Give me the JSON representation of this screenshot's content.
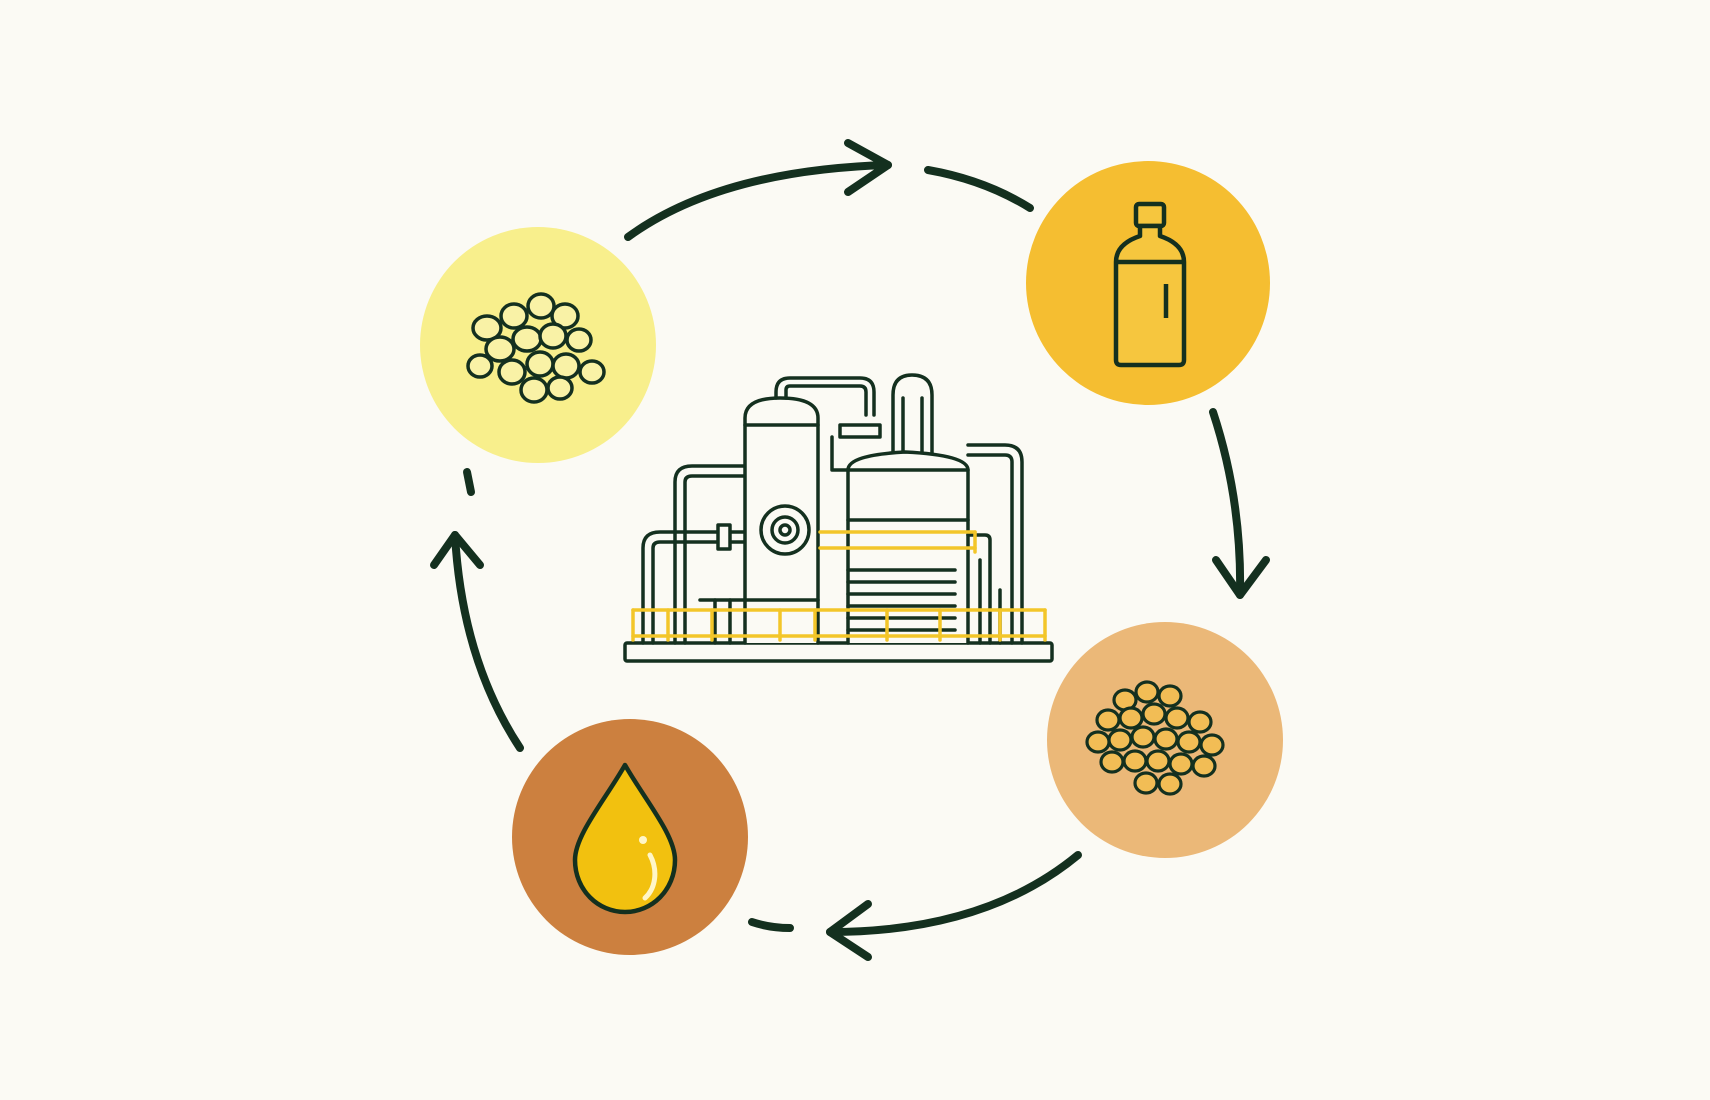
{
  "diagram": {
    "type": "cycle",
    "colors": {
      "background": "#fbfaf4",
      "stroke": "#14301f",
      "accent_yellow": "#f3c629",
      "soybeans_circle": "#f8ef8c",
      "bottle_circle": "#f5be31",
      "meal_circle": "#ebb878",
      "oil_circle": "#cc803f",
      "oil_drop": "#f2c10f"
    },
    "center": {
      "icon": "factory-icon"
    },
    "nodes": [
      {
        "id": "soybeans",
        "icon": "soybeans-icon"
      },
      {
        "id": "bottle",
        "icon": "bottle-icon"
      },
      {
        "id": "meal",
        "icon": "soy-meal-icon"
      },
      {
        "id": "oil",
        "icon": "oil-drop-icon"
      }
    ],
    "arrows": [
      {
        "from": "soybeans",
        "to": "bottle"
      },
      {
        "from": "bottle",
        "to": "meal"
      },
      {
        "from": "meal",
        "to": "oil"
      },
      {
        "from": "oil",
        "to": "soybeans"
      }
    ]
  }
}
